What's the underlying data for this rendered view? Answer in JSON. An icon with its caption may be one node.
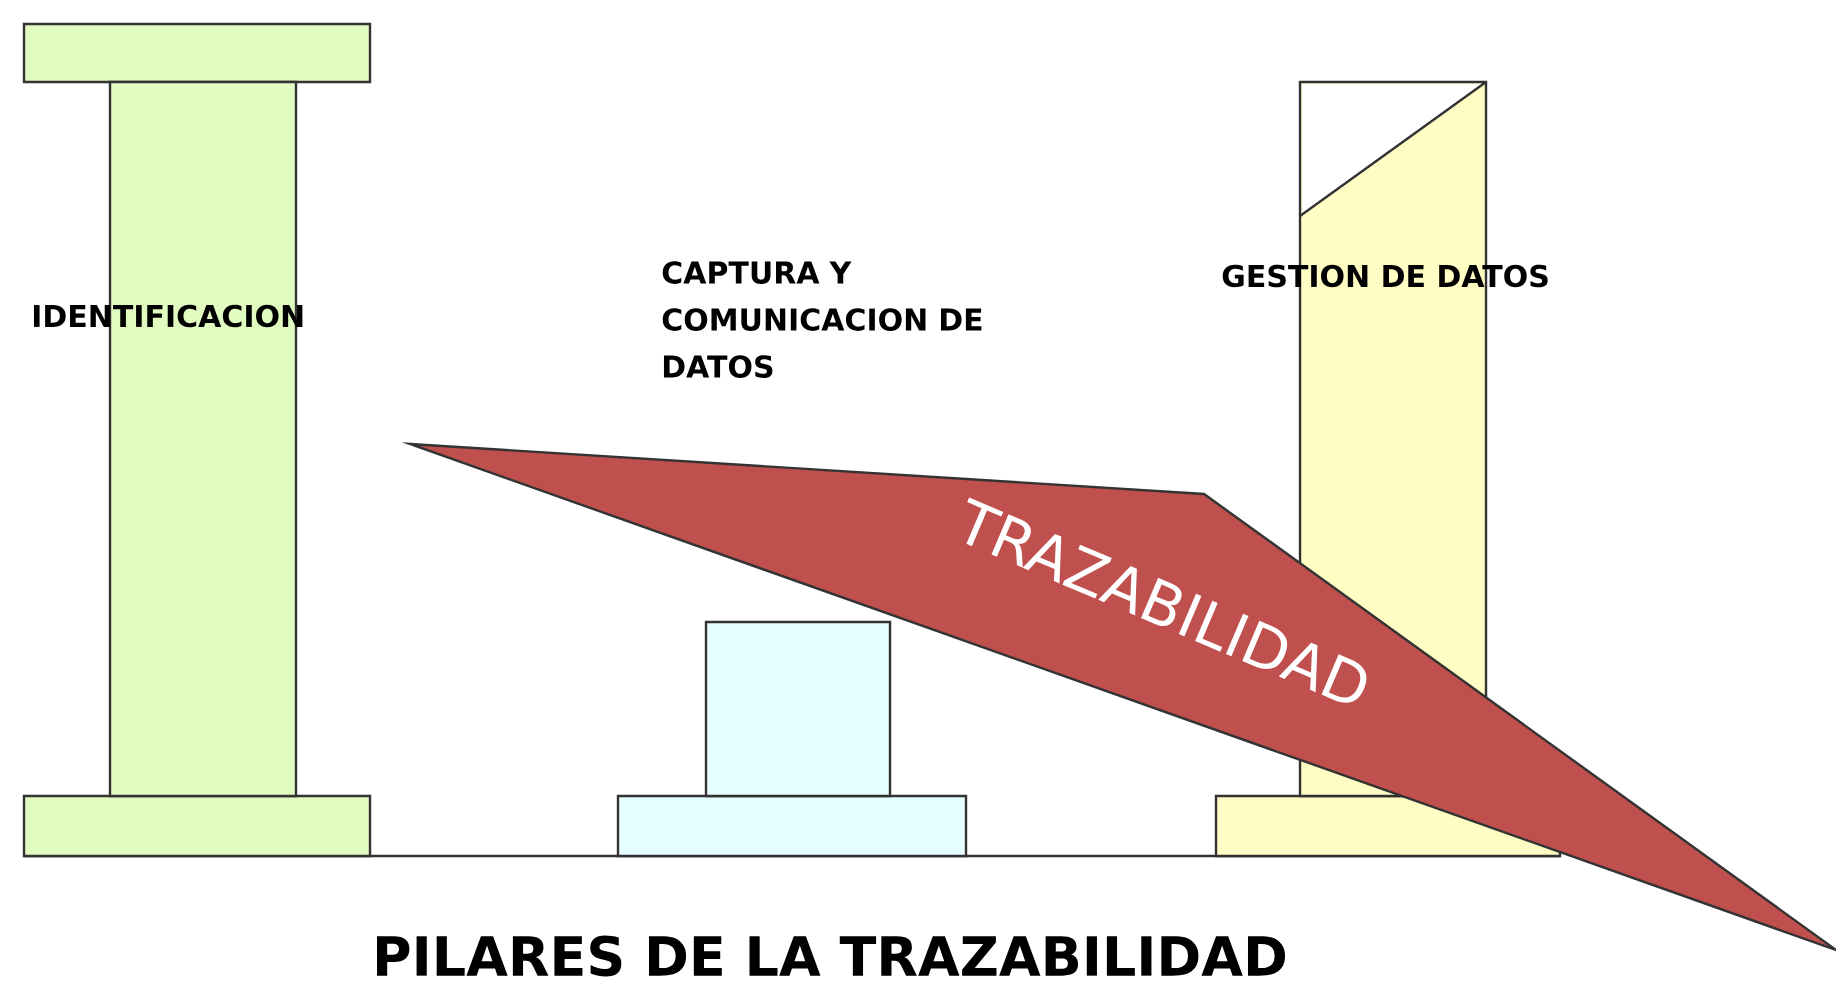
{
  "diagram": {
    "caption": "PILARES DE LA TRAZABILIDAD",
    "nodes": [
      {
        "text": [
          "IDENTIFICACION"
        ]
      },
      {
        "text": [
          "CAPTURA Y COMUNICACION DE DATOS"
        ]
      },
      {
        "text": [],
        "shape": "box"
      },
      {
        "text": [
          "GESTION DE DATOS"
        ]
      },
      {
        "text": [
          "TRAZABILIDAD"
        ]
      }
    ]
  }
}
